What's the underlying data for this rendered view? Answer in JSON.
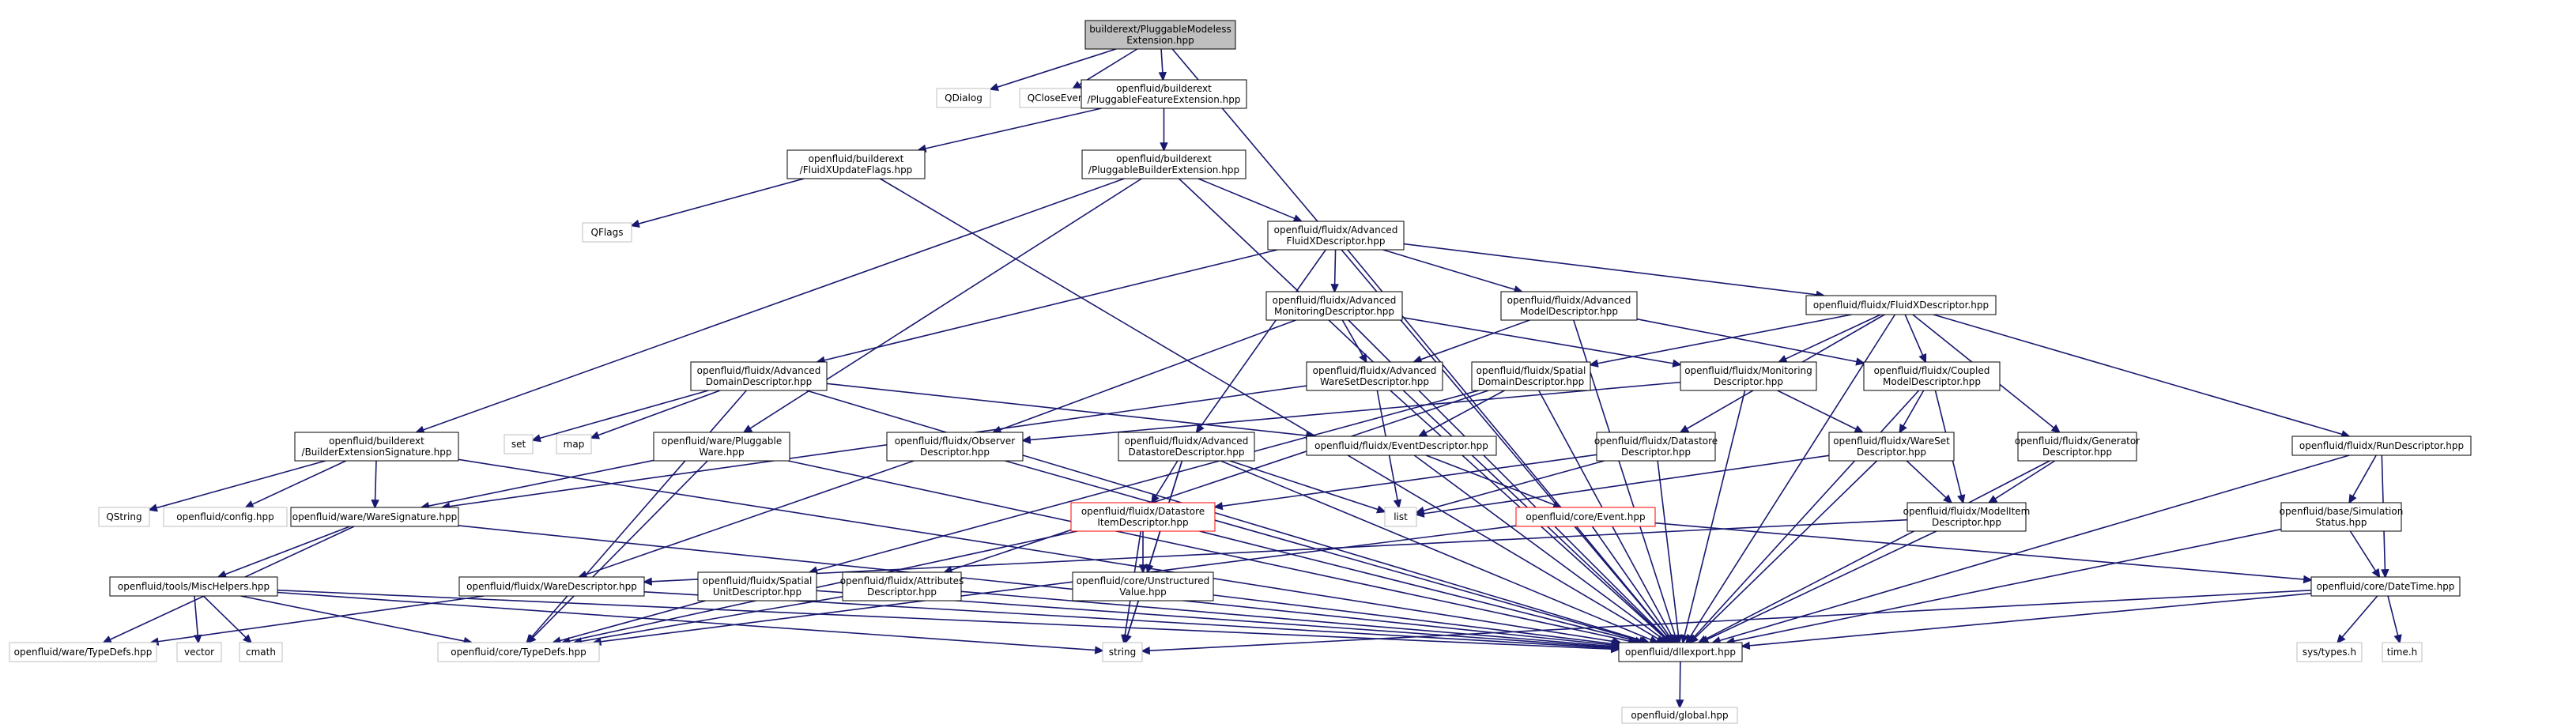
{
  "title": "builderext/PluggableModeless Extension.hpp",
  "colors": {
    "edge": "#191970",
    "node_border": "#000000",
    "node_fill": "#ffffff",
    "external_border": "#bfbfbf",
    "external_text": "#808080",
    "root_fill": "#bfbfbf",
    "truncated_border": "#ff0000"
  },
  "nodes": [
    {
      "id": "root",
      "lines": [
        "builderext/PluggableModeless",
        "Extension.hpp"
      ],
      "kind": "root"
    },
    {
      "id": "qdialog",
      "lines": [
        "QDialog"
      ],
      "kind": "external"
    },
    {
      "id": "qcloseevent",
      "lines": [
        "QCloseEvent"
      ],
      "kind": "external"
    },
    {
      "id": "feature",
      "lines": [
        "openfluid/builderext",
        "/PluggableFeatureExtension.hpp"
      ],
      "kind": "normal"
    },
    {
      "id": "updateflags",
      "lines": [
        "openfluid/builderext",
        "/FluidXUpdateFlags.hpp"
      ],
      "kind": "normal"
    },
    {
      "id": "builder",
      "lines": [
        "openfluid/builderext",
        "/PluggableBuilderExtension.hpp"
      ],
      "kind": "normal"
    },
    {
      "id": "qflags",
      "lines": [
        "QFlags"
      ],
      "kind": "external"
    },
    {
      "id": "advfluidx",
      "lines": [
        "openfluid/fluidx/Advanced",
        "FluidXDescriptor.hpp"
      ],
      "kind": "normal"
    },
    {
      "id": "advmonitoring",
      "lines": [
        "openfluid/fluidx/Advanced",
        "MonitoringDescriptor.hpp"
      ],
      "kind": "normal"
    },
    {
      "id": "advmodel",
      "lines": [
        "openfluid/fluidx/Advanced",
        "ModelDescriptor.hpp"
      ],
      "kind": "normal"
    },
    {
      "id": "fluidxdesc",
      "lines": [
        "openfluid/fluidx/FluidXDescriptor.hpp"
      ],
      "kind": "normal"
    },
    {
      "id": "advdomain",
      "lines": [
        "openfluid/fluidx/Advanced",
        "DomainDescriptor.hpp"
      ],
      "kind": "normal"
    },
    {
      "id": "advwareset",
      "lines": [
        "openfluid/fluidx/Advanced",
        "WareSetDescriptor.hpp"
      ],
      "kind": "normal"
    },
    {
      "id": "spatialdomain",
      "lines": [
        "openfluid/fluidx/Spatial",
        "DomainDescriptor.hpp"
      ],
      "kind": "normal"
    },
    {
      "id": "monitoringdesc",
      "lines": [
        "openfluid/fluidx/Monitoring",
        "Descriptor.hpp"
      ],
      "kind": "normal"
    },
    {
      "id": "coupled",
      "lines": [
        "openfluid/fluidx/Coupled",
        "ModelDescriptor.hpp"
      ],
      "kind": "normal"
    },
    {
      "id": "set",
      "lines": [
        "set"
      ],
      "kind": "external"
    },
    {
      "id": "map",
      "lines": [
        "map"
      ],
      "kind": "external"
    },
    {
      "id": "extsig",
      "lines": [
        "openfluid/builderext",
        "/BuilderExtensionSignature.hpp"
      ],
      "kind": "normal"
    },
    {
      "id": "pluggableware",
      "lines": [
        "openfluid/ware/Pluggable",
        "Ware.hpp"
      ],
      "kind": "normal"
    },
    {
      "id": "observer",
      "lines": [
        "openfluid/fluidx/Observer",
        "Descriptor.hpp"
      ],
      "kind": "normal"
    },
    {
      "id": "advdatastore",
      "lines": [
        "openfluid/fluidx/Advanced",
        "DatastoreDescriptor.hpp"
      ],
      "kind": "normal"
    },
    {
      "id": "eventdesc",
      "lines": [
        "openfluid/fluidx/EventDescriptor.hpp"
      ],
      "kind": "normal"
    },
    {
      "id": "datastoredesc",
      "lines": [
        "openfluid/fluidx/Datastore",
        "Descriptor.hpp"
      ],
      "kind": "normal"
    },
    {
      "id": "waresetdesc",
      "lines": [
        "openfluid/fluidx/WareSet",
        "Descriptor.hpp"
      ],
      "kind": "normal"
    },
    {
      "id": "generator",
      "lines": [
        "openfluid/fluidx/Generator",
        "Descriptor.hpp"
      ],
      "kind": "normal"
    },
    {
      "id": "rundesc",
      "lines": [
        "openfluid/fluidx/RunDescriptor.hpp"
      ],
      "kind": "normal"
    },
    {
      "id": "qstring",
      "lines": [
        "QString"
      ],
      "kind": "external"
    },
    {
      "id": "confighpp",
      "lines": [
        "openfluid/config.hpp"
      ],
      "kind": "external"
    },
    {
      "id": "waresig",
      "lines": [
        "openfluid/ware/WareSignature.hpp"
      ],
      "kind": "normal"
    },
    {
      "id": "list",
      "lines": [
        "list"
      ],
      "kind": "external"
    },
    {
      "id": "dsitem",
      "lines": [
        "openfluid/fluidx/Datastore",
        "ItemDescriptor.hpp"
      ],
      "kind": "truncated"
    },
    {
      "id": "eventhpp",
      "lines": [
        "openfluid/core/Event.hpp"
      ],
      "kind": "truncated"
    },
    {
      "id": "modelitem",
      "lines": [
        "openfluid/fluidx/ModelItem",
        "Descriptor.hpp"
      ],
      "kind": "normal"
    },
    {
      "id": "simstatus",
      "lines": [
        "openfluid/base/Simulation",
        "Status.hpp"
      ],
      "kind": "normal"
    },
    {
      "id": "mischelpers",
      "lines": [
        "openfluid/tools/MiscHelpers.hpp"
      ],
      "kind": "normal"
    },
    {
      "id": "waredesc",
      "lines": [
        "openfluid/fluidx/WareDescriptor.hpp"
      ],
      "kind": "normal"
    },
    {
      "id": "spatialunit",
      "lines": [
        "openfluid/fluidx/Spatial",
        "UnitDescriptor.hpp"
      ],
      "kind": "normal"
    },
    {
      "id": "attributes",
      "lines": [
        "openfluid/fluidx/Attributes",
        "Descriptor.hpp"
      ],
      "kind": "normal"
    },
    {
      "id": "unstructured",
      "lines": [
        "openfluid/core/Unstructured",
        "Value.hpp"
      ],
      "kind": "normal"
    },
    {
      "id": "datetime",
      "lines": [
        "openfluid/core/DateTime.hpp"
      ],
      "kind": "normal"
    },
    {
      "id": "waretypedefs",
      "lines": [
        "openfluid/ware/TypeDefs.hpp"
      ],
      "kind": "external"
    },
    {
      "id": "vector",
      "lines": [
        "vector"
      ],
      "kind": "external"
    },
    {
      "id": "cmath",
      "lines": [
        "cmath"
      ],
      "kind": "external"
    },
    {
      "id": "coretypedefs",
      "lines": [
        "openfluid/core/TypeDefs.hpp"
      ],
      "kind": "external"
    },
    {
      "id": "string",
      "lines": [
        "string"
      ],
      "kind": "external"
    },
    {
      "id": "dllexport",
      "lines": [
        "openfluid/dllexport.hpp"
      ],
      "kind": "normal"
    },
    {
      "id": "systypes",
      "lines": [
        "sys/types.h"
      ],
      "kind": "external"
    },
    {
      "id": "timeh",
      "lines": [
        "time.h"
      ],
      "kind": "external"
    },
    {
      "id": "global",
      "lines": [
        "openfluid/global.hpp"
      ],
      "kind": "external"
    }
  ],
  "edges": [
    [
      "root",
      "qdialog"
    ],
    [
      "root",
      "qcloseevent"
    ],
    [
      "root",
      "feature"
    ],
    [
      "root",
      "dllexport"
    ],
    [
      "feature",
      "updateflags"
    ],
    [
      "feature",
      "builder"
    ],
    [
      "updateflags",
      "qflags"
    ],
    [
      "updateflags",
      "dllexport"
    ],
    [
      "builder",
      "advfluidx"
    ],
    [
      "builder",
      "extsig"
    ],
    [
      "builder",
      "pluggableware"
    ],
    [
      "builder",
      "dllexport"
    ],
    [
      "advfluidx",
      "advmonitoring"
    ],
    [
      "advfluidx",
      "advmodel"
    ],
    [
      "advfluidx",
      "fluidxdesc"
    ],
    [
      "advfluidx",
      "advdomain"
    ],
    [
      "advfluidx",
      "advdatastore"
    ],
    [
      "advfluidx",
      "dllexport"
    ],
    [
      "advmonitoring",
      "advwareset"
    ],
    [
      "advmonitoring",
      "monitoringdesc"
    ],
    [
      "advmonitoring",
      "observer"
    ],
    [
      "advmonitoring",
      "dllexport"
    ],
    [
      "advmodel",
      "advwareset"
    ],
    [
      "advmodel",
      "coupled"
    ],
    [
      "advmodel",
      "dllexport"
    ],
    [
      "fluidxdesc",
      "spatialdomain"
    ],
    [
      "fluidxdesc",
      "monitoringdesc"
    ],
    [
      "fluidxdesc",
      "coupled"
    ],
    [
      "fluidxdesc",
      "generator"
    ],
    [
      "fluidxdesc",
      "rundesc"
    ],
    [
      "fluidxdesc",
      "datastoredesc"
    ],
    [
      "fluidxdesc",
      "dllexport"
    ],
    [
      "advdomain",
      "set"
    ],
    [
      "advdomain",
      "map"
    ],
    [
      "advdomain",
      "eventdesc"
    ],
    [
      "advdomain",
      "coretypedefs"
    ],
    [
      "advdomain",
      "dllexport"
    ],
    [
      "advwareset",
      "waresig"
    ],
    [
      "advwareset",
      "list"
    ],
    [
      "advwareset",
      "dllexport"
    ],
    [
      "spatialdomain",
      "spatialunit"
    ],
    [
      "spatialdomain",
      "eventdesc"
    ],
    [
      "spatialdomain",
      "attributes"
    ],
    [
      "spatialdomain",
      "dllexport"
    ],
    [
      "monitoringdesc",
      "observer"
    ],
    [
      "monitoringdesc",
      "waresetdesc"
    ],
    [
      "monitoringdesc",
      "dllexport"
    ],
    [
      "coupled",
      "waresetdesc"
    ],
    [
      "coupled",
      "modelitem"
    ],
    [
      "coupled",
      "dllexport"
    ],
    [
      "extsig",
      "qstring"
    ],
    [
      "extsig",
      "confighpp"
    ],
    [
      "extsig",
      "waresig"
    ],
    [
      "extsig",
      "dllexport"
    ],
    [
      "pluggableware",
      "waresig"
    ],
    [
      "pluggableware",
      "coretypedefs"
    ],
    [
      "pluggableware",
      "dllexport"
    ],
    [
      "observer",
      "waredesc"
    ],
    [
      "observer",
      "dllexport"
    ],
    [
      "advdatastore",
      "dsitem"
    ],
    [
      "advdatastore",
      "list"
    ],
    [
      "advdatastore",
      "unstructured"
    ],
    [
      "advdatastore",
      "string"
    ],
    [
      "advdatastore",
      "dllexport"
    ],
    [
      "eventdesc",
      "eventhpp"
    ],
    [
      "eventdesc",
      "dllexport"
    ],
    [
      "datastoredesc",
      "dsitem"
    ],
    [
      "datastoredesc",
      "list"
    ],
    [
      "datastoredesc",
      "dllexport"
    ],
    [
      "waresetdesc",
      "modelitem"
    ],
    [
      "waresetdesc",
      "list"
    ],
    [
      "waresetdesc",
      "dllexport"
    ],
    [
      "generator",
      "modelitem"
    ],
    [
      "generator",
      "dllexport"
    ],
    [
      "rundesc",
      "simstatus"
    ],
    [
      "rundesc",
      "datetime"
    ],
    [
      "rundesc",
      "dllexport"
    ],
    [
      "waresig",
      "mischelpers"
    ],
    [
      "waresig",
      "waretypedefs"
    ],
    [
      "waresig",
      "dllexport"
    ],
    [
      "dsitem",
      "unstructured"
    ],
    [
      "dsitem",
      "coretypedefs"
    ],
    [
      "dsitem",
      "string"
    ],
    [
      "dsitem",
      "dllexport"
    ],
    [
      "eventhpp",
      "datetime"
    ],
    [
      "eventhpp",
      "coretypedefs"
    ],
    [
      "eventhpp",
      "dllexport"
    ],
    [
      "modelitem",
      "waredesc"
    ],
    [
      "modelitem",
      "dllexport"
    ],
    [
      "simstatus",
      "datetime"
    ],
    [
      "simstatus",
      "dllexport"
    ],
    [
      "mischelpers",
      "vector"
    ],
    [
      "mischelpers",
      "cmath"
    ],
    [
      "mischelpers",
      "coretypedefs"
    ],
    [
      "mischelpers",
      "string"
    ],
    [
      "mischelpers",
      "dllexport"
    ],
    [
      "waredesc",
      "waretypedefs"
    ],
    [
      "waredesc",
      "dllexport"
    ],
    [
      "spatialunit",
      "coretypedefs"
    ],
    [
      "spatialunit",
      "dllexport"
    ],
    [
      "attributes",
      "coretypedefs"
    ],
    [
      "attributes",
      "dllexport"
    ],
    [
      "unstructured",
      "string"
    ],
    [
      "unstructured",
      "dllexport"
    ],
    [
      "datetime",
      "string"
    ],
    [
      "datetime",
      "systypes"
    ],
    [
      "datetime",
      "timeh"
    ],
    [
      "datetime",
      "dllexport"
    ],
    [
      "dllexport",
      "global"
    ]
  ]
}
